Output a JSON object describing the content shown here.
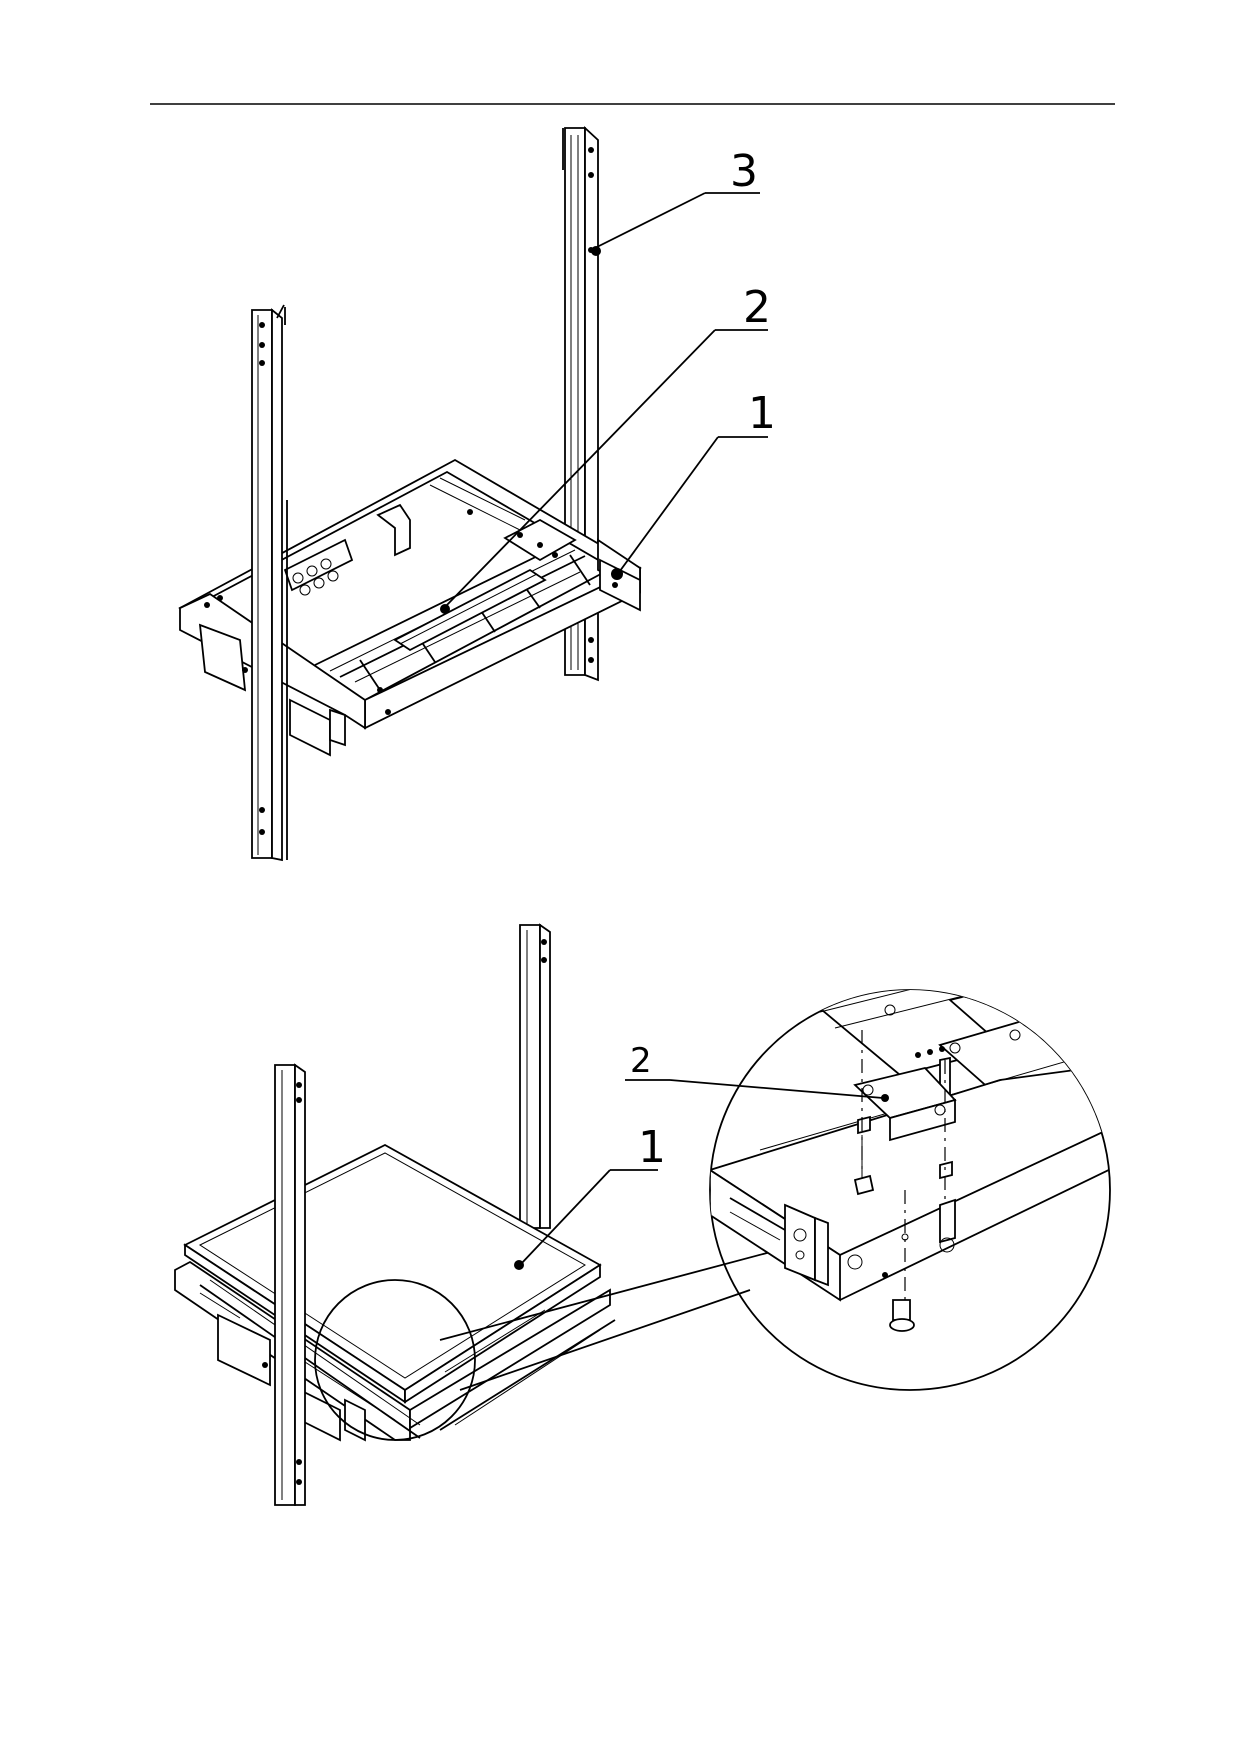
{
  "top_figure": {
    "callouts": [
      {
        "label": "3"
      },
      {
        "label": "2"
      },
      {
        "label": "1"
      }
    ]
  },
  "bottom_figure": {
    "callouts": [
      {
        "label": "1"
      }
    ]
  },
  "detail_view": {
    "callouts": [
      {
        "label": "2"
      }
    ]
  },
  "colors": {
    "line": "#000000",
    "background": "#ffffff"
  }
}
